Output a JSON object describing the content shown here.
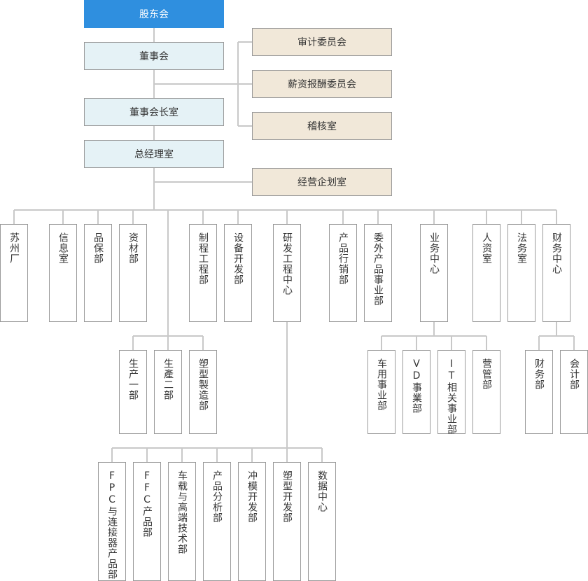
{
  "top": {
    "shareholders": "股东会"
  },
  "main_chain": {
    "board": "董事会",
    "chairman_office": "董事会长室",
    "gm_office": "总经理室"
  },
  "committees": {
    "audit": "审计委员会",
    "compensation": "薪资报酬委员会",
    "inspection": "稽核室",
    "planning": "经营企划室"
  },
  "departments": {
    "suzhou": "苏州厂",
    "info": "信息室",
    "quality": "品保部",
    "materials": "资材部",
    "process_eng": "制程工程部",
    "equip_dev": "设备开发部",
    "rd_center": "研发工程中心",
    "product_sales": "产品行销部",
    "oem_business": "委外产品事业部",
    "business_center": "业务中心",
    "hr": "人资室",
    "legal": "法务室",
    "finance_center": "财务中心"
  },
  "production": {
    "prod1": "生产一部",
    "prod2": "生產二部",
    "molding": "塑型製造部"
  },
  "business_units": {
    "vehicle": "车用事业部",
    "vd": "VD事業部",
    "it": "IT相关事业部",
    "operations": "营管部"
  },
  "finance_units": {
    "finance": "财务部",
    "accounting": "会计部"
  },
  "rd_units": {
    "fpc": "FPC与连接器产品部",
    "ffc": "FFC产品部",
    "vehicle_hs": "车载与高端技术部",
    "analysis": "产品分析部",
    "stamping": "冲模开发部",
    "molding_dev": "塑型开发部",
    "data_center": "数据中心"
  },
  "colors": {
    "top_fill": "#2f8fdf",
    "main_fill": "#e5f2f6",
    "aux_fill": "#f1e8d9",
    "line": "#c8c8c8",
    "border": "#999999"
  }
}
